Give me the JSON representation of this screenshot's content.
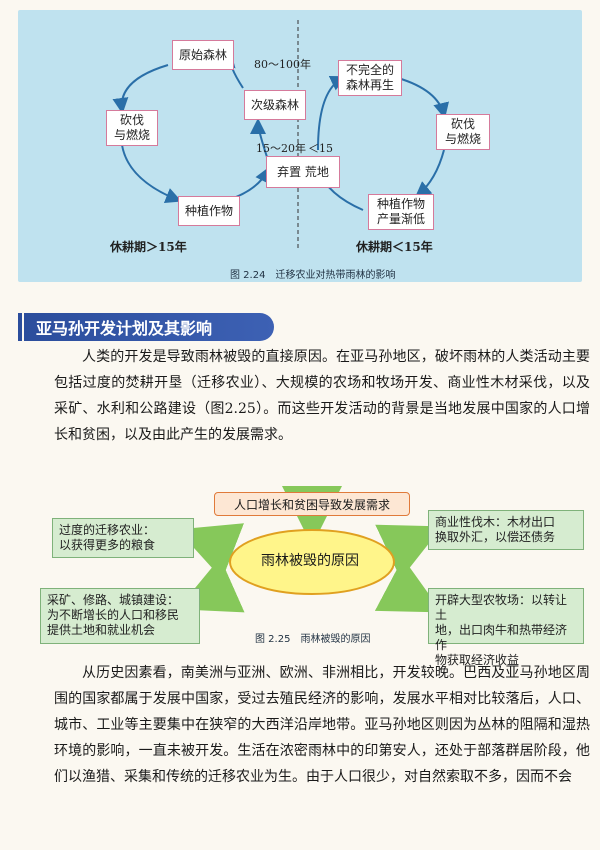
{
  "fig224": {
    "boxes": {
      "primary_forest": "原始森林",
      "secondary_forest": "次级森林",
      "cut_burn_left": "砍伐\n与燃烧",
      "crops_left": "种植作物",
      "abandon": "弃置 荒地",
      "incomplete_regen": "不完全的\n森林再生",
      "cut_burn_right": "砍伐\n与燃烧",
      "crops_right": "种植作物\n产量渐低"
    },
    "labels": {
      "years_80_100": "80～100年",
      "years_15_20": "15～20年",
      "lt15_top": "＜15",
      "fallow_left": "休耕期＞15年",
      "fallow_right": "休耕期＜15年"
    },
    "caption": "图 2.24　迁移农业对热带雨林的影响"
  },
  "section_title": "亚马孙开发计划及其影响",
  "paragraph1": "人类的开发是导致雨林被毁的直接原因。在亚马孙地区，破坏雨林的人类活动主要包括过度的焚耕开垦（迁移农业）、大规模的农场和牧场开发、商业性木材采伐，以及采矿、水利和公路建设（图2.25）。而这些开发活动的背景是当地发展中国家的人口增长和贫困，以及由此产生的发展需求。",
  "fig225": {
    "top": "人口增长和贫困导致发展需求",
    "center": "雨林被毁的原因",
    "left_top": "过度的迁移农业：\n以获得更多的粮食",
    "left_bottom": "采矿、修路、城镇建设：\n为不断增长的人口和移民\n提供土地和就业机会",
    "right_top": "商业性伐木：木材出口\n换取外汇，以偿还债务",
    "right_bottom": "开辟大型农牧场：以转让土\n地，出口肉牛和热带经济作\n物获取经济收益",
    "caption": "图 2.25　雨林被毁的原因"
  },
  "paragraph2": "从历史因素看，南美洲与亚洲、欧洲、非洲相比，开发较晚。巴西及亚马孙地区周围的国家都属于发展中国家，受过去殖民经济的影响，发展水平相对比较落后，人口、城市、工业等主要集中在狭窄的大西洋沿岸地带。亚马孙地区则因为丛林的阻隔和湿热环境的影响，一直未被开发。生活在浓密雨林中的印第安人，还处于部落群居阶段，他们以渔猎、采集和传统的迁移农业为生。由于人口很少，对自然索取不多，因而不会"
}
